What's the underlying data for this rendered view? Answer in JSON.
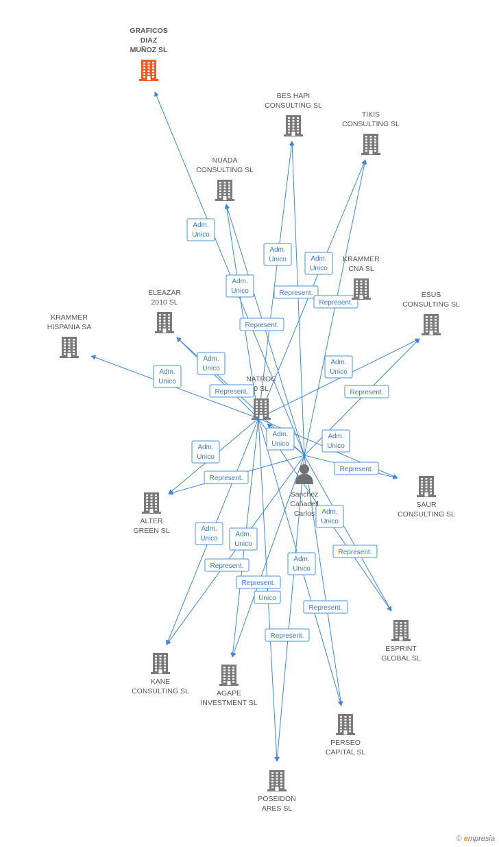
{
  "colors": {
    "edge": "#3f86d9",
    "company": "#7a7a7a",
    "highlight": "#f05a28",
    "person": "#707070"
  },
  "nodes": [
    {
      "id": "graficos",
      "lines": [
        "GRAFICOS",
        "DIAZ",
        "MUÑOZ SL"
      ],
      "type": "company-highlight"
    },
    {
      "id": "beshapi",
      "lines": [
        "BES HAPI",
        "CONSULTING SL"
      ],
      "type": "company"
    },
    {
      "id": "tikis",
      "lines": [
        "TIKIS",
        "CONSULTING SL"
      ],
      "type": "company"
    },
    {
      "id": "nuada",
      "lines": [
        "NUADA",
        "CONSULTING SL"
      ],
      "type": "company"
    },
    {
      "id": "krammercna",
      "lines": [
        "KRAMMER",
        "CNA SL"
      ],
      "type": "company"
    },
    {
      "id": "eleazar",
      "lines": [
        "ELEAZAR",
        "2010 SL"
      ],
      "type": "company"
    },
    {
      "id": "esus",
      "lines": [
        "ESUS",
        "CONSULTING SL"
      ],
      "type": "company"
    },
    {
      "id": "krammerhisp",
      "lines": [
        "KRAMMER",
        "HISPANIA SA"
      ],
      "type": "company"
    },
    {
      "id": "natroc",
      "lines": [
        "NATROC",
        "0 SL"
      ],
      "type": "company"
    },
    {
      "id": "sanchez",
      "lines": [
        "Sanchez",
        "Cañadell",
        "Carlos"
      ],
      "type": "person"
    },
    {
      "id": "saur",
      "lines": [
        "SAUR",
        "CONSULTING SL"
      ],
      "type": "company"
    },
    {
      "id": "alter",
      "lines": [
        "ALTER",
        "GREEN SL"
      ],
      "type": "company"
    },
    {
      "id": "esprint",
      "lines": [
        "ESPRINT",
        "GLOBAL SL"
      ],
      "type": "company"
    },
    {
      "id": "kane",
      "lines": [
        "KANE",
        "CONSULTING SL"
      ],
      "type": "company"
    },
    {
      "id": "agape",
      "lines": [
        "AGAPE",
        "INVESTMENT SL"
      ],
      "type": "company"
    },
    {
      "id": "perseo",
      "lines": [
        "PERSEO",
        "CAPITAL SL"
      ],
      "type": "company"
    },
    {
      "id": "poseidon",
      "lines": [
        "POSEIDON",
        "ARES SL"
      ],
      "type": "company"
    }
  ],
  "edges": [
    {
      "from": "sanchez",
      "to": "graficos",
      "label": [
        "Adm.",
        "Unico"
      ]
    },
    {
      "from": "natroc",
      "to": "beshapi",
      "label": [
        "Adm.",
        "Unico"
      ]
    },
    {
      "from": "sanchez",
      "to": "beshapi",
      "label": [
        "Represent."
      ]
    },
    {
      "from": "natroc",
      "to": "tikis",
      "label": [
        "Adm.",
        "Unico"
      ]
    },
    {
      "from": "sanchez",
      "to": "tikis",
      "label": [
        "Represent."
      ]
    },
    {
      "from": "natroc",
      "to": "nuada",
      "label": [
        "Adm.",
        "Unico"
      ]
    },
    {
      "from": "sanchez",
      "to": "nuada",
      "label": [
        "Represent."
      ]
    },
    {
      "from": "natroc",
      "to": "eleazar",
      "label": [
        "Adm.",
        "Unico"
      ]
    },
    {
      "from": "sanchez",
      "to": "eleazar",
      "label": [
        "Represent."
      ]
    },
    {
      "from": "natroc",
      "to": "esus",
      "label": [
        "Adm.",
        "Unico"
      ]
    },
    {
      "from": "sanchez",
      "to": "esus",
      "label": [
        "Represent."
      ]
    },
    {
      "from": "natroc",
      "to": "krammerhisp",
      "label": [
        "Adm.",
        "Unico"
      ]
    },
    {
      "from": "sanchez",
      "to": "natroc",
      "label": [
        "Adm.",
        "Unico"
      ]
    },
    {
      "from": "natroc",
      "to": "saur",
      "label": [
        "Adm.",
        "Unico"
      ]
    },
    {
      "from": "sanchez",
      "to": "saur",
      "label": [
        "Represent."
      ]
    },
    {
      "from": "natroc",
      "to": "alter",
      "label": [
        "Adm.",
        "Unico"
      ]
    },
    {
      "from": "sanchez",
      "to": "alter",
      "label": [
        "Represent."
      ]
    },
    {
      "from": "natroc",
      "to": "esprint",
      "label": [
        "Adm.",
        "Unico"
      ]
    },
    {
      "from": "sanchez",
      "to": "esprint",
      "label": [
        "Represent."
      ]
    },
    {
      "from": "natroc",
      "to": "kane",
      "label": [
        "Adm.",
        "Unico"
      ]
    },
    {
      "from": "sanchez",
      "to": "kane",
      "label": [
        "Represent."
      ]
    },
    {
      "from": "natroc",
      "to": "agape",
      "label": [
        "Adm.",
        "Unico"
      ]
    },
    {
      "from": "sanchez",
      "to": "agape",
      "label": [
        "Represent."
      ]
    },
    {
      "from": "natroc",
      "to": "perseo",
      "label": [
        "Adm.",
        "Unico"
      ]
    },
    {
      "from": "sanchez",
      "to": "perseo",
      "label": [
        "Represent."
      ]
    },
    {
      "from": "natroc",
      "to": "poseidon",
      "label": [
        "Unico"
      ]
    },
    {
      "from": "sanchez",
      "to": "poseidon",
      "label": [
        "Represent."
      ]
    }
  ],
  "footer": {
    "copyright": "©",
    "brand_initial": "e",
    "brand_rest": "mpresia"
  }
}
